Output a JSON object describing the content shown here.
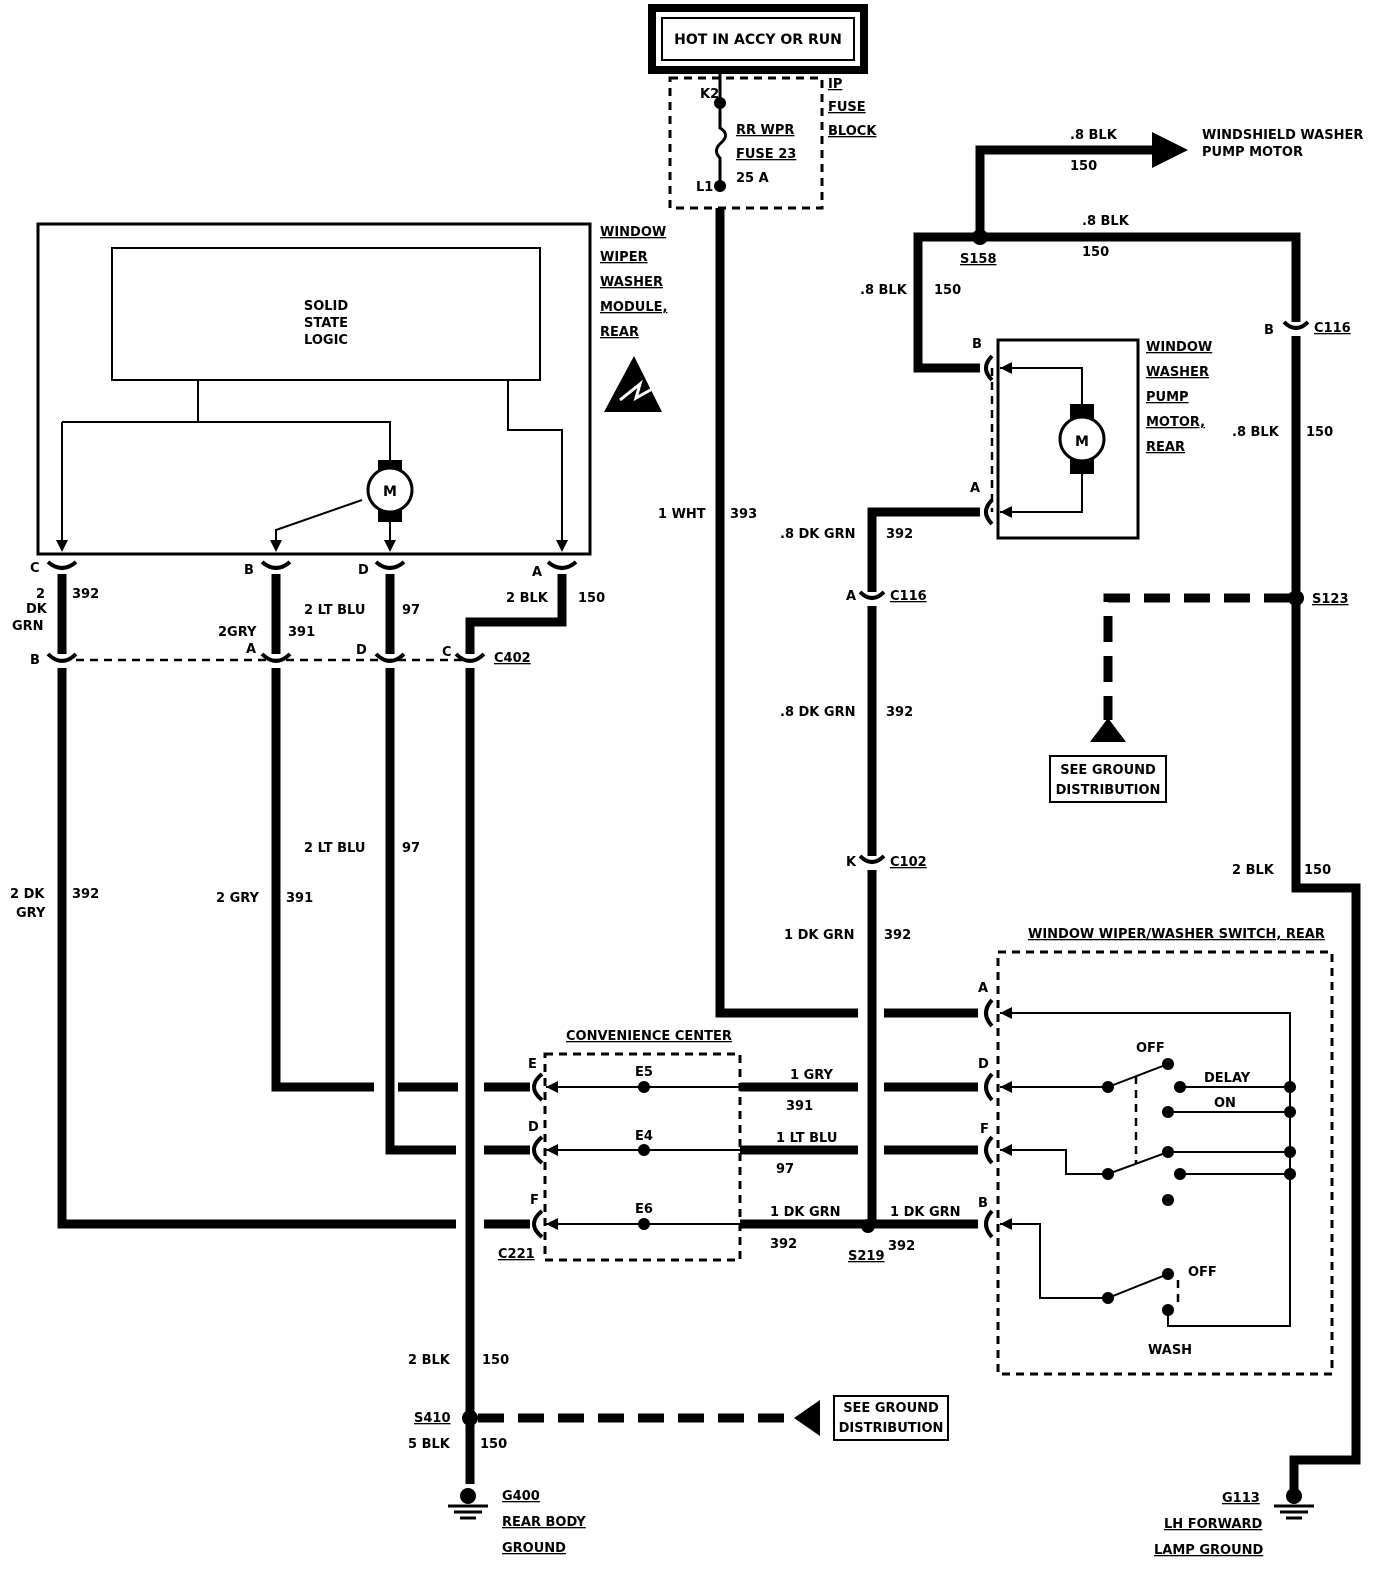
{
  "power_source": "HOT IN ACCY OR RUN",
  "fuse_block": {
    "label_lines": [
      "IP",
      "FUSE",
      "BLOCK"
    ],
    "fuse_lines": [
      "RR WPR",
      "FUSE 23",
      "25 A"
    ],
    "pin_top": "K2",
    "pin_bottom": "L1"
  },
  "module": {
    "title_lines": [
      "WINDOW",
      "WIPER",
      "WASHER",
      "MODULE,",
      "REAR"
    ],
    "logic_lines": [
      "SOLID",
      "STATE",
      "LOGIC"
    ],
    "motor": "M"
  },
  "pump": {
    "title_lines": [
      "WINDOW",
      "WASHER",
      "PUMP",
      "MOTOR,",
      "REAR"
    ],
    "motor": "M"
  },
  "windshield_pump": [
    "WINDSHIELD WASHER",
    "PUMP MOTOR"
  ],
  "ground_dist_label": [
    "SEE GROUND",
    "DISTRIBUTION"
  ],
  "convenience_center": "CONVENIENCE CENTER",
  "switch_title": "WINDOW WIPER/WASHER SWITCH, REAR",
  "switch_positions": {
    "off1": "OFF",
    "delay": "DELAY",
    "on": "ON",
    "off2": "OFF",
    "wash": "WASH"
  },
  "splices": {
    "s158": "S158",
    "s123": "S123",
    "s219": "S219",
    "s410": "S410"
  },
  "connectors": {
    "c116": "C116",
    "c102": "C102",
    "c402": "C402",
    "c221": "C221"
  },
  "grounds": {
    "g400": [
      "G400",
      "REAR BODY",
      "GROUND"
    ],
    "g113": [
      "G113",
      "LH FORWARD",
      "LAMP GROUND"
    ]
  },
  "cells": {
    "e5": "E5",
    "e4": "E4",
    "e6": "E6"
  },
  "pins": {
    "a": "A",
    "b": "B",
    "c": "C",
    "d": "D",
    "e": "E",
    "f": "F",
    "k": "K"
  },
  "wires": {
    "w393": "1 WHT",
    "n393": "393",
    "blk8": ".8 BLK",
    "n150": "150",
    "dkgrn8": ".8 DK GRN",
    "n392": "392",
    "dkgrn1": "1 DK GRN",
    "dkgrn2a": "2",
    "dkgrn2b": "DK",
    "dkgrn2c": "GRN",
    "dkgry2a": "2 DK",
    "dkgry2b": "GRY",
    "gry2": "2 GRY",
    "gry2b": "2GRY",
    "n391": "391",
    "ltblu2": "2 LT BLU",
    "n97": "97",
    "blk2": "2 BLK",
    "gry1": "1 GRY",
    "ltblu1": "1 LT BLU",
    "blk5": "5 BLK"
  }
}
